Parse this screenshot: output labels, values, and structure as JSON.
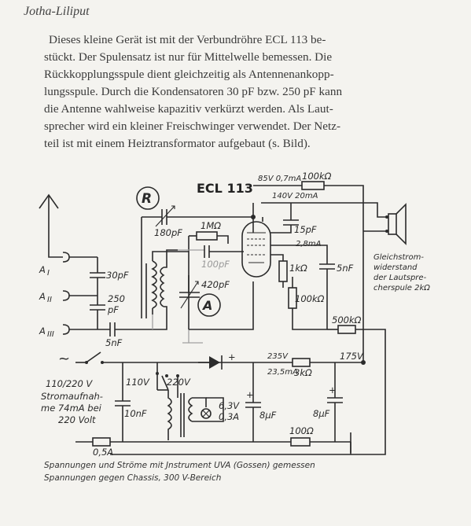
{
  "heading": "Jotha-Liliput",
  "paragraph_lines": [
    "Dieses kleine Gerät ist mit der Verbundröhre ECL 113 be-",
    "stückt. Der Spulensatz ist nur für Mittelwelle bemessen. Die",
    "Rückkopplungsspule dient gleichzeitig als Antennenankopp-",
    "lungsspule. Durch die Kondensatoren 30 pF bzw. 250 pF kann",
    "die Antenne wahlweise kapazitiv verkürzt werden. Als Laut-",
    "sprecher wird ein kleiner Freischwinger verwendet. Der Netz-",
    "teil ist mit einem Heiztransformator aufgebaut (s. Bild)."
  ],
  "schematic": {
    "tube": "ECL 113",
    "symbol_r": "R",
    "symbol_a": "A",
    "ant_1": "A",
    "ant_1_sub": "I",
    "ant_2": "A",
    "ant_2_sub": "II",
    "ant_3": "A",
    "ant_3_sub": "III",
    "c30": "30pF",
    "c250a": "250",
    "c250b": "pF",
    "c5n_ant": "5nF",
    "c180": "180pF",
    "r1m": "1MΩ",
    "c100p": "100pF",
    "c420": "420pF",
    "v85": "85V 0,7mA",
    "v140": "140V 20mA",
    "r100k_top": "100kΩ",
    "c15p": "15pF",
    "i28": "2,8mA",
    "r1k": "1kΩ",
    "c5n": "5nF",
    "r100k_mid": "100kΩ",
    "r500k": "500kΩ",
    "note_line1": "Gleichstrom-",
    "note_line2": "widerstand",
    "note_line3": "der Lautspre-",
    "note_line4": "cherspule 2kΩ",
    "v175": "175V",
    "v235": "235V",
    "i235": "23,5mA",
    "r3k": "3kΩ",
    "mains_tilde": "~",
    "mains_voltage": "110/220 V",
    "mains_cons1": "Stromaufnah-",
    "mains_cons2": "me 74mA bei",
    "mains_cons3": "220 Volt",
    "sel110": "110V",
    "sel220": "220V",
    "c10n": "10nF",
    "lamp_v": "6,3V",
    "lamp_a": "0,3A",
    "c8u_a": "8µF",
    "c8u_b": "8µF",
    "r100": "100Ω",
    "fuse": "0,5A",
    "plus": "+"
  },
  "captions": [
    "Spannungen und Ströme mit Jnstrument UVA (Gossen) gemessen",
    "Spannungen gegen Chassis, 300 V-Bereich"
  ]
}
